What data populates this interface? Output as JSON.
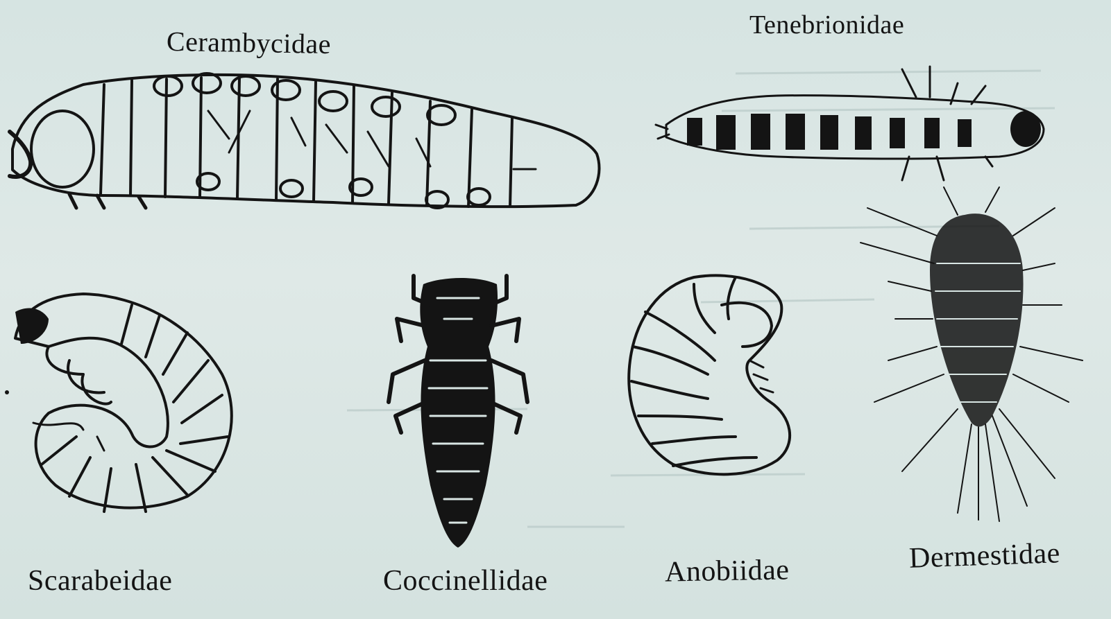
{
  "figure": {
    "labels": {
      "cerambycidae": "Cerambycidae",
      "tenebrionidae": "Tenebrionidae",
      "scarabeidae": "Scarabeidae",
      "coccinellidae": "Coccinellidae",
      "anobiidae": "Anobiidae",
      "dermestidae": "Dermestidae"
    },
    "colors": {
      "paper": "#d9e6e4",
      "ink": "#141414"
    }
  }
}
